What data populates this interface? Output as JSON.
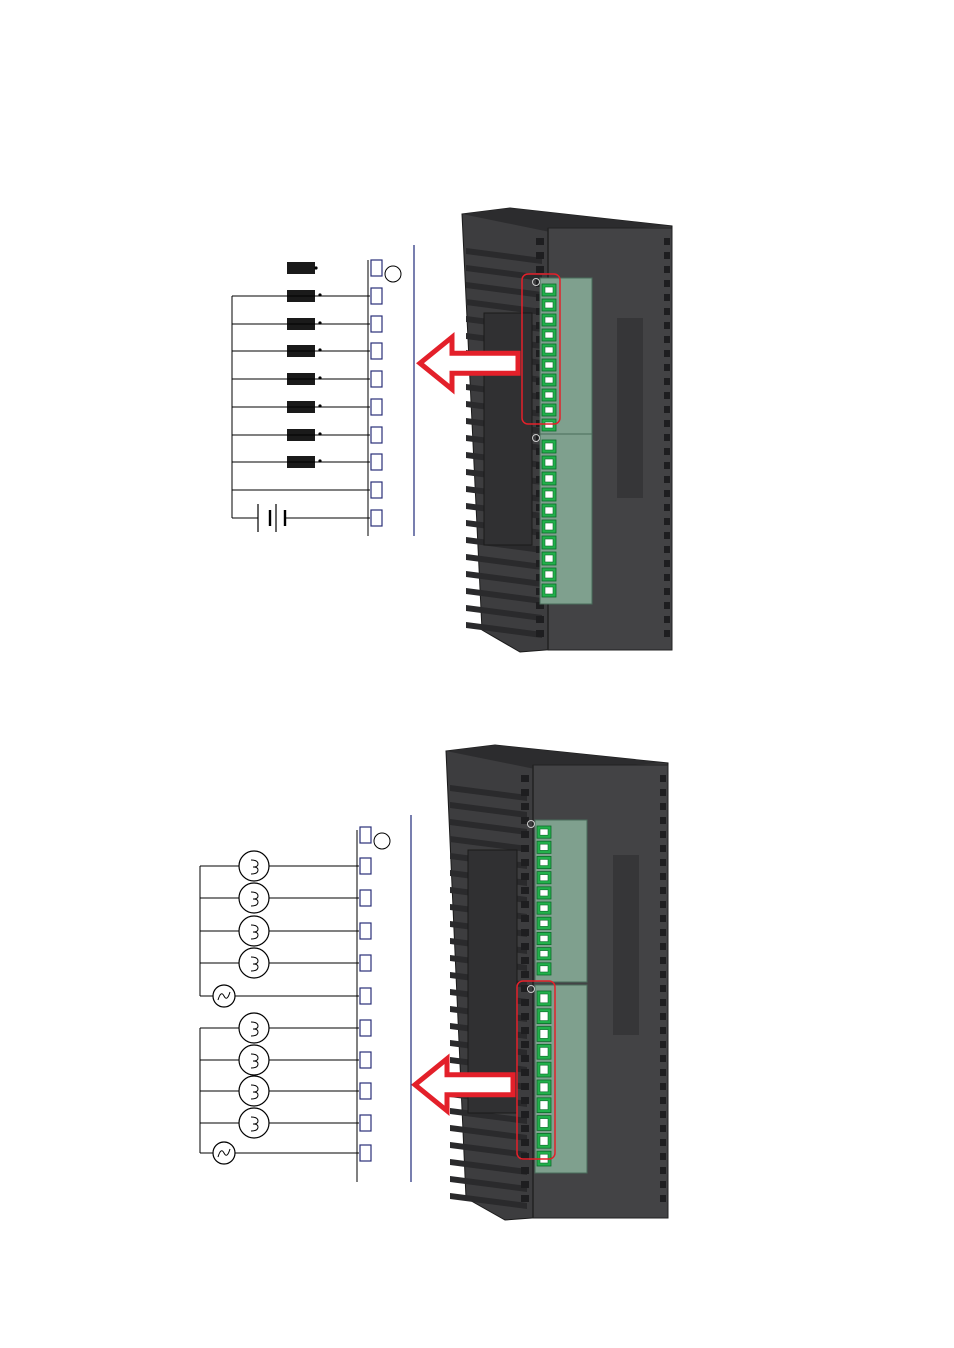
{
  "figures": [
    {
      "name": "input-wiring-figure",
      "terminal_count": 10,
      "sensor_count": 8,
      "highlighted_block": "upper"
    },
    {
      "name": "output-wiring-figure",
      "terminal_count": 10,
      "load_count": 8,
      "ac_source_count": 2,
      "highlighted_block": "lower"
    }
  ],
  "colors": {
    "module_body": "#3d3d3f",
    "module_dark": "#2a2a2c",
    "terminal_block": "#7fa08e",
    "screw_green": "#22b04b",
    "highlight_red": "#e3202a",
    "wire": "#000000",
    "rail": "#1f2a7a",
    "terminal_outline": "#2a2f78"
  },
  "icons": [
    "sensor-switch-icon",
    "battery-icon",
    "lamp-load-icon",
    "ac-source-icon",
    "arrow-icon"
  ]
}
